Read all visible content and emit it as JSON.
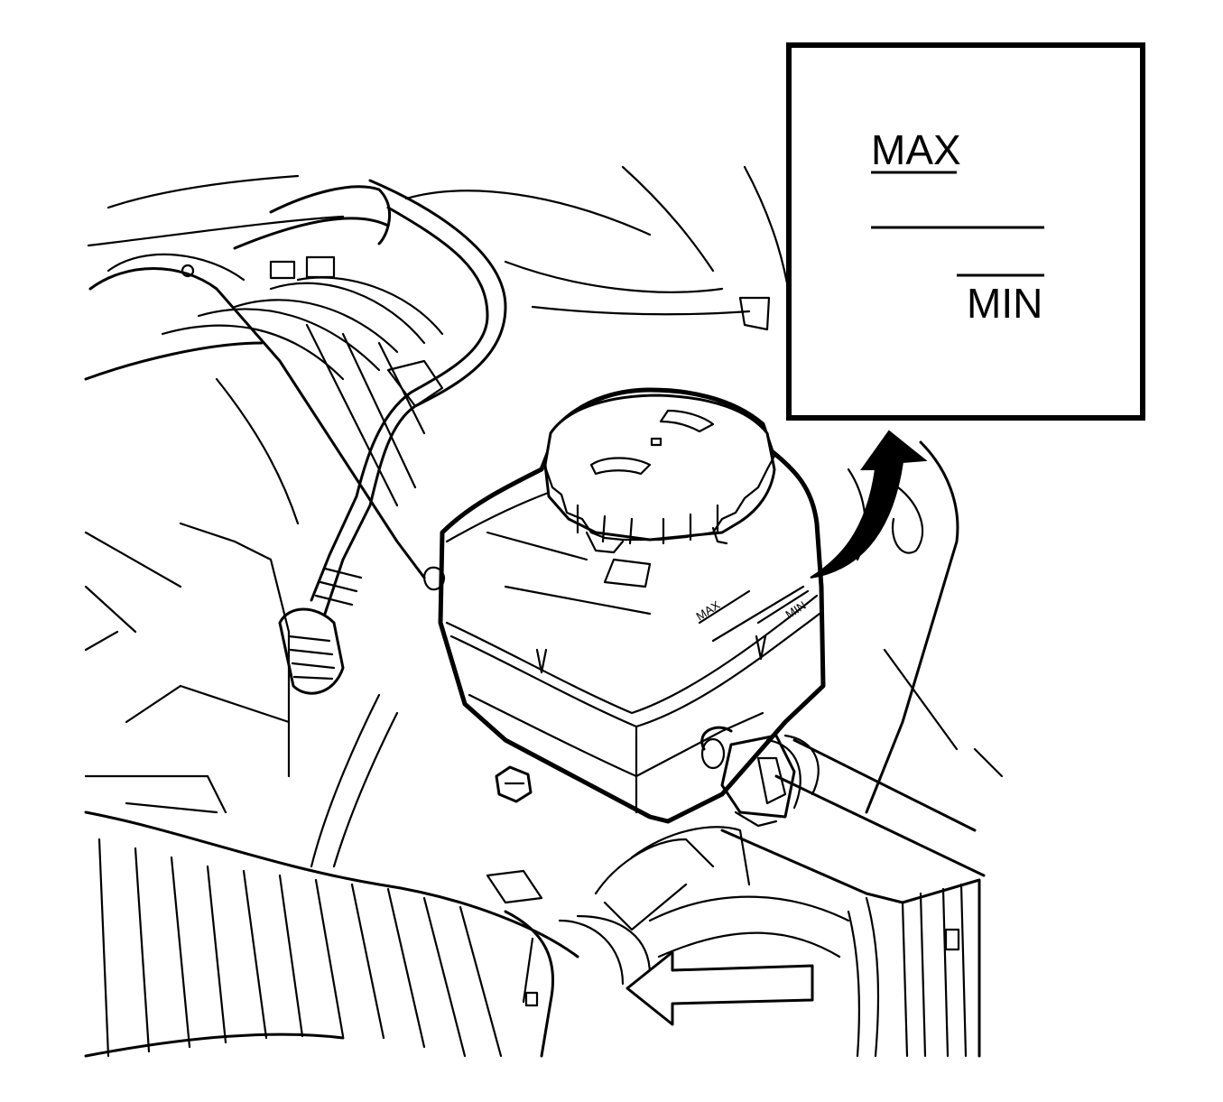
{
  "inset": {
    "max_label": "MAX",
    "min_label": "MIN"
  },
  "reservoir": {
    "max_mark": "MAX",
    "min_mark": "MIN"
  }
}
